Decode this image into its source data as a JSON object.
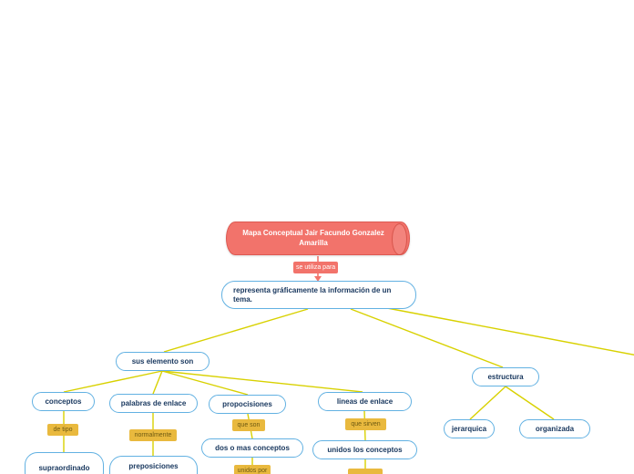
{
  "colors": {
    "root_fill": "#f2736b",
    "root_border": "#dd5a52",
    "node_border": "#62b1e2",
    "node_text": "#17365d",
    "connector_yellow": "#d8d100",
    "connector_red": "#f2736b",
    "chip_bg": "#e9b93e",
    "chip_text": "#6e5a12"
  },
  "root": {
    "label": "Mapa Conceptual Jair Facundo Gonzalez Amarilla"
  },
  "link_labels": {
    "se_utiliza_para": "se utiliza para",
    "de_tipo": "de tipo",
    "normalmente": "normalmente",
    "que_son": "que son",
    "que_sirven": "que sirven",
    "unidos_por": "unidos por",
    "cutoff_bottom": ""
  },
  "nodes": {
    "main": "representa gráficamente la información de un tema.",
    "elementos": "sus elemento son",
    "conceptos": "conceptos",
    "palabras_enlace": "palabras de enlace",
    "propocisiones": "propocisiones",
    "lineas_enlace": "lineas de enlace",
    "estructura": "estructura",
    "jerarquica": "jerarquica",
    "organizada": "organizada",
    "supraordinado": "supraordinado",
    "preposiciones": "preposiciones",
    "dos_o_mas_conceptos": "dos o mas conceptos",
    "unidos_los_conceptos": "unidos los conceptos"
  }
}
